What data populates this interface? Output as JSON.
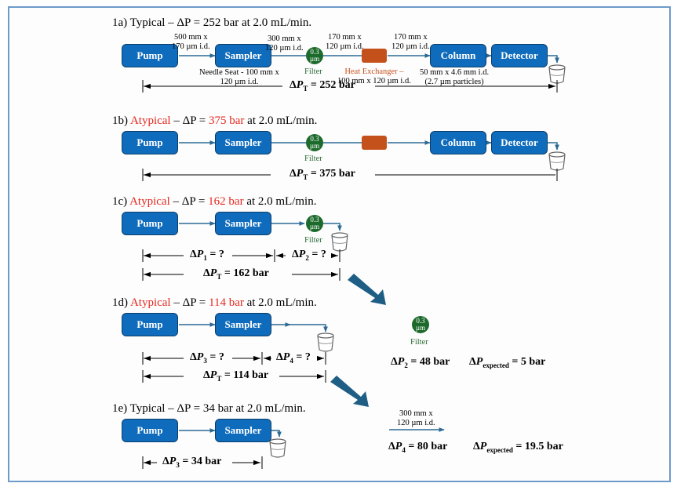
{
  "panels": {
    "a": {
      "label": "1a)",
      "status": "Typical",
      "status_color": "#000000",
      "dp_prefix": "ΔP = ",
      "dp_value": "252 bar",
      "suffix": " at 2.0 mL/min.",
      "total": "ΔPT = 252 bar",
      "total_value": "252 bar"
    },
    "b": {
      "label": "1b)",
      "status": "Atypical",
      "status_color": "#e8271f",
      "dp_prefix": "ΔP = ",
      "dp_value": "375 bar",
      "suffix": " at 2.0 mL/min.",
      "total_value": "375 bar"
    },
    "c": {
      "label": "1c)",
      "status": "Atypical",
      "dp_prefix": "ΔP = ",
      "dp_value": "162 bar",
      "suffix": " at 2.0 mL/min.",
      "dp1": "= ?",
      "dp2": "= ?",
      "total_value": "162 bar"
    },
    "d": {
      "label": "1d)",
      "status": "Atypical",
      "dp_prefix": "ΔP = ",
      "dp_value": "114 bar",
      "suffix": " at 2.0 mL/min.",
      "dp3": "= ?",
      "dp4": "= ?",
      "total_value": "114 bar"
    },
    "e": {
      "label": "1e)",
      "status": "Typical",
      "dp_prefix": "ΔP = ",
      "dp_value": "34 bar",
      "suffix": " at 2.0 mL/min.",
      "dp3_value": "34 bar"
    }
  },
  "components": {
    "pump": "Pump",
    "sampler": "Sampler",
    "column": "Column",
    "detector": "Detector",
    "filter_top": "0.3",
    "filter_bottom": "µm",
    "filter_label": "Filter",
    "heat_exchanger": "Heat Exchanger –"
  },
  "tubing": {
    "pump_sampler": [
      "500 mm x",
      "170 µm i.d."
    ],
    "sampler_filter": [
      "300 mm x",
      "120 µm i.d."
    ],
    "filter_hx": [
      "170 mm x",
      "120 µm i.d."
    ],
    "hx_column": [
      "170 mm x",
      "120 µm i.d."
    ],
    "needle_seat": [
      "Needle Seat - 100 mm x",
      "120 µm i.d."
    ],
    "hx_dims": "100 mm x 120 µm i.d.",
    "column_dims": [
      "50 mm x 4.6 mm i.d.",
      "(2.7 µm particles)"
    ],
    "isolated_tube": [
      "300 mm x",
      "120 µm i.d."
    ]
  },
  "results": {
    "filter": {
      "measured_sub": "2",
      "measured": "= 48 bar",
      "expected_sub": "expected",
      "expected": "= 5 bar"
    },
    "tube": {
      "measured_sub": "4",
      "measured": "= 80 bar",
      "expected_sub": "expected",
      "expected": "= 19.5 bar"
    }
  },
  "colors": {
    "box_fill": "#0f6cbd",
    "line": "#2c6a94",
    "heat_exchanger": "#c4511c",
    "filter": "#1d6b2c",
    "atypical": "#e8271f",
    "big_arrow": "#1e5e85",
    "frame": "#6c9bc9"
  }
}
